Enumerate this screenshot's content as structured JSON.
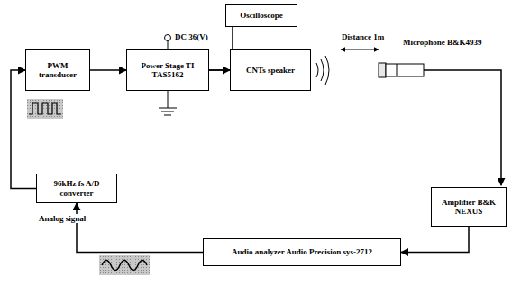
{
  "diagram": {
    "nodes": [
      {
        "text": [
          "PWM transducer"
        ]
      },
      {
        "text": [
          "Power Stage TI TAS5162"
        ]
      },
      {
        "text": [
          "Oscilloscope"
        ]
      },
      {
        "text": [
          "CNTs speaker"
        ]
      },
      {
        "text": [
          "Amplifier B&K NEXUS"
        ]
      },
      {
        "text": [
          "Audio analyzer Audio Precision sys-2712"
        ]
      },
      {
        "text": [
          "96kHz fs A/D converter"
        ]
      }
    ],
    "edges": [
      {
        "from": 0,
        "to": 1,
        "arrow": "to"
      },
      {
        "from": 1,
        "to": 3,
        "arrow": "to"
      },
      {
        "from": 1,
        "to": 2,
        "arrow": "none"
      },
      {
        "from": 4,
        "to": 5,
        "arrow": "to"
      },
      {
        "from": 5,
        "to": 6,
        "arrow": "to"
      },
      {
        "from": 6,
        "to": 0,
        "arrow": "to"
      }
    ],
    "labels": [
      "DC 36(V)",
      "Distance 1m",
      "Microphone B&K4939",
      "Analog signal"
    ]
  }
}
